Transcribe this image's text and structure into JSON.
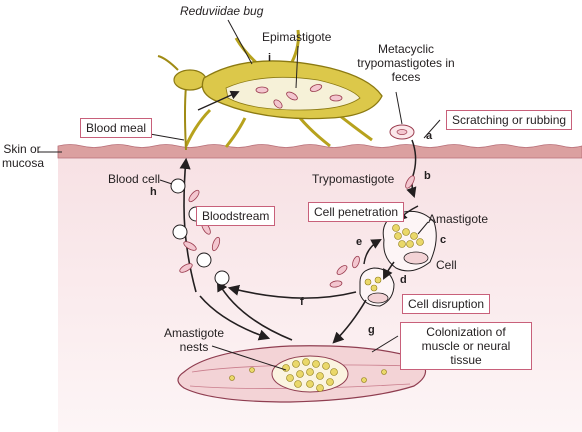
{
  "labels": {
    "bug": "Reduviidae bug",
    "epimastigote": "Epimastigote",
    "metacyclic": "Metacyclic trypomastigotes in feces",
    "skin": "Skin or mucosa",
    "blood_cell": "Blood cell",
    "trypomastigote": "Trypomastigote",
    "amastigote": "Amastigote",
    "cell": "Cell",
    "amastigote_nests": "Amastigote nests"
  },
  "boxes": {
    "blood_meal": "Blood meal",
    "scratching": "Scratching or rubbing",
    "bloodstream": "Bloodstream",
    "cell_penetration": "Cell penetration",
    "cell_disruption": "Cell disruption",
    "colonization": "Colonization of muscle or neural tissue"
  },
  "steps": {
    "a": "a",
    "b": "b",
    "c": "c",
    "d": "d",
    "e": "e",
    "f": "f",
    "g": "g",
    "h": "h",
    "i": "i"
  },
  "colors": {
    "skin_band": "#dba0a0",
    "tissue": "#fbeef0",
    "bug_body": "#dcc84a",
    "box_border": "#c8607a",
    "muscle": "#f3d3d6"
  }
}
